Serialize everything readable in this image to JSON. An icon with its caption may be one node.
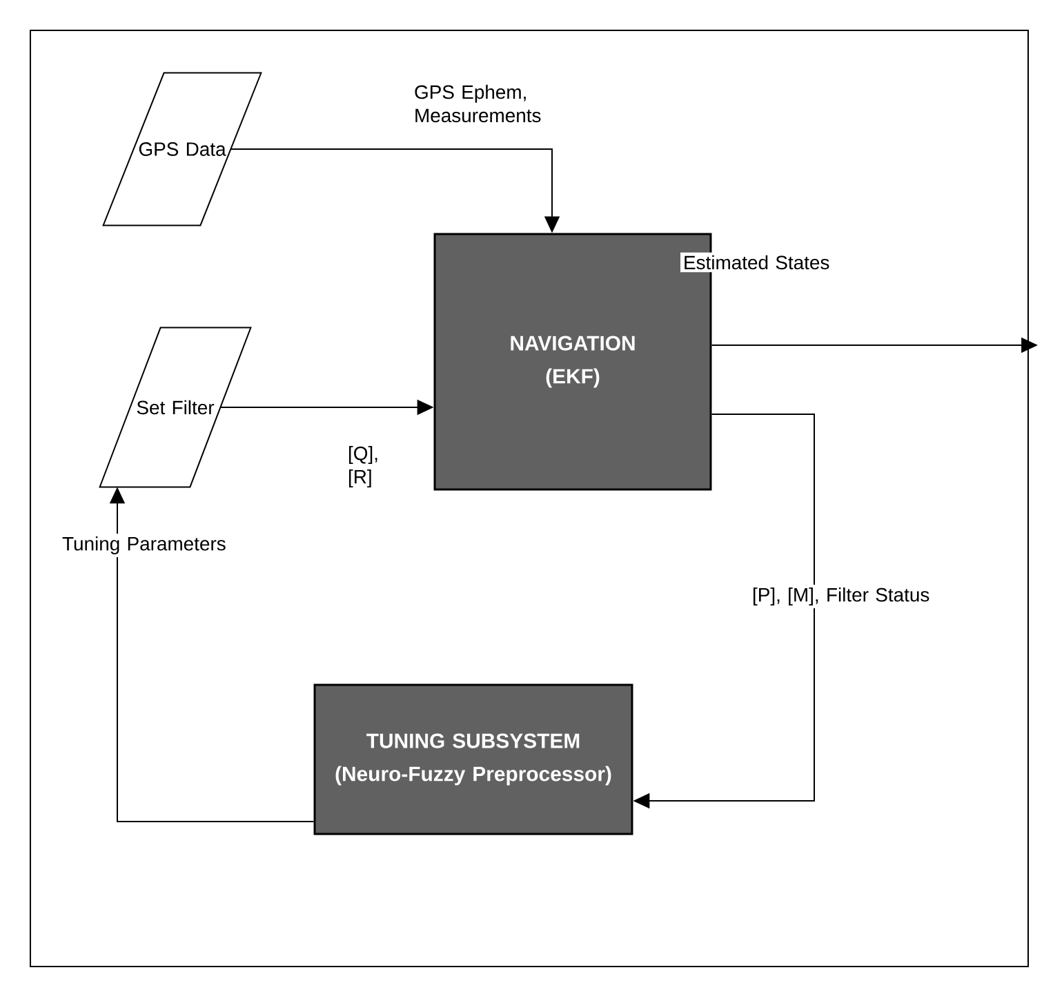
{
  "diagram": {
    "nodes": [
      {
        "text": [
          "GPS Data"
        ]
      },
      {
        "text": [
          "Set Filter"
        ]
      },
      {
        "text": [
          "NAVIGATION",
          "(EKF)"
        ]
      },
      {
        "text": [
          "TUNING SUBSYSTEM",
          "(Neuro-Fuzzy Preprocessor)"
        ]
      }
    ],
    "edges": [
      {
        "from": 0,
        "to": 2,
        "arrow": "to",
        "label": "GPS Ephem, Measurements"
      },
      {
        "from": 1,
        "to": 2,
        "arrow": "to",
        "label": "[Q], [R]"
      },
      {
        "from": 2,
        "to": null,
        "arrow": "to",
        "label": "Estimated States"
      },
      {
        "from": 2,
        "to": 3,
        "arrow": "to",
        "label": "[P], [M], Filter Status"
      },
      {
        "from": 3,
        "to": 1,
        "arrow": "to",
        "label": "Tuning Parameters"
      }
    ]
  }
}
